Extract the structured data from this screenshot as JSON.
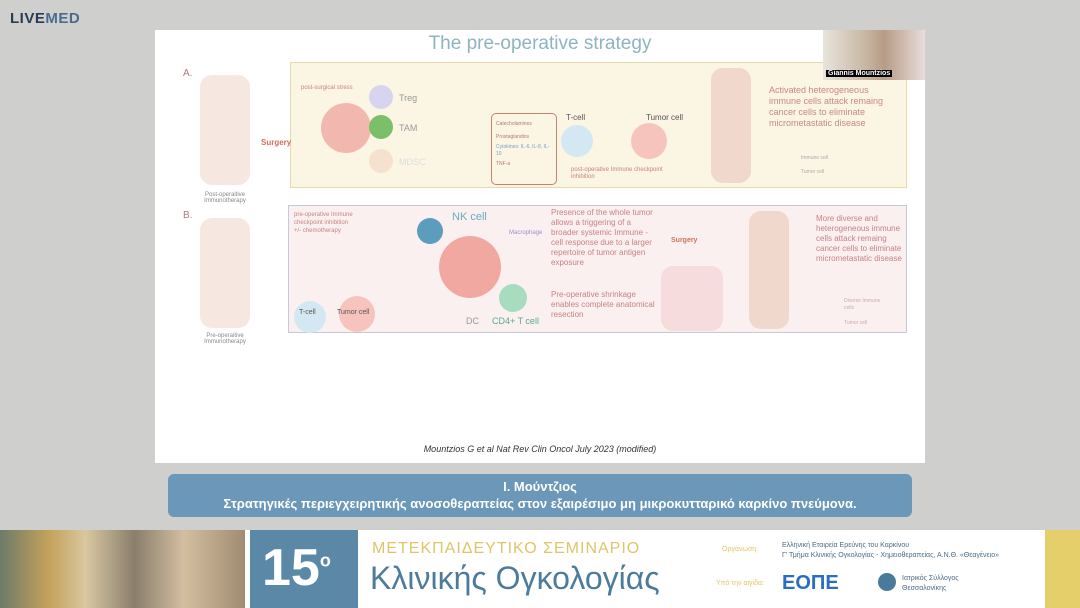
{
  "brand": {
    "logo_a": "LIVE",
    "logo_b": "MED"
  },
  "slide": {
    "title": "The pre-operative strategy",
    "panel_a": {
      "label": "A.",
      "post_surgical_stress": "post-surgical stress",
      "surgery": "Surgery",
      "treg": "Treg",
      "tam": "TAM",
      "mdsc": "MDSC",
      "legend": [
        "Catecholamines",
        "Prostaglandins",
        "Cytokines: IL-6, IL-8, IL-10",
        "TNF-a"
      ],
      "t_cell": "T-cell",
      "tumor_cell": "Tumor cell",
      "checkpoint": "post-operative Immune checkpoint inhibition",
      "description": "Activated heterogeneous immune cells attack remaing cancer cells to eliminate micrometastatic disease",
      "key": [
        "Immune cell",
        "Tumor cell"
      ],
      "caption": "Post-operaitive Immunotherapy"
    },
    "panel_b": {
      "label": "B.",
      "treatment": "pre-operative Immune checkpoint inhibition +/- chemotherapy",
      "t_cell": "T-cell",
      "tumor_cell": "Tumor cell",
      "nk": "NK cell",
      "macrophage": "Macrophage",
      "dc": "DC",
      "cd4": "CD4+ T cell",
      "text1": "Presence of the whole tumor  allows a triggering of a broader systemic Immune -cell response due to a larger repertoire of tumor antigen exposure",
      "text2": "Pre-operative shrinkage enables complete anatomical resection",
      "surgery": "Surgery",
      "description": "More diverse and heterogeneous immune cells attack remaing cancer cells to eliminate micrometastatic disease",
      "key": [
        "Diverse Immune cells",
        "Tumor cell"
      ],
      "caption": "Pre-operaitive Immunotherapy"
    },
    "citation": "Mountzios G et al  Nat Rev Clin Oncol July 2023 (modified)"
  },
  "webcam": {
    "name": "Giannis Mountzios"
  },
  "caption": {
    "speaker": "Ι. Μούντζιος",
    "title": "Στρατηγικές περιεγχειρητικής ανοσοθεραπείας στον εξαιρέσιμο μη μικροκυτταρικό καρκίνο πνεύμονα."
  },
  "banner": {
    "number": "15",
    "sup": "ο",
    "seminar": "ΜΕΤΕΚΠΑΙΔΕΥΤΙΚΟ ΣΕΜΙΝΑΡΙΟ",
    "topic": "Κλινικής Ογκολογίας",
    "org_label": "Οργάνωση:",
    "org1": "Ελληνική Εταιρεία Ερεύνης του Καρκίνου",
    "org2": "Γ' Τμήμα Κλινικής Ογκολογίας - Χημειοθεραπείας, Α.Ν.Θ. «Θεαγένειο»",
    "aegis_label": "Υπό την αιγίδα:",
    "eope": "ΕΟΠΕ",
    "medical": "Ιατρικός Σύλλογος Θεσσαλονίκης"
  }
}
